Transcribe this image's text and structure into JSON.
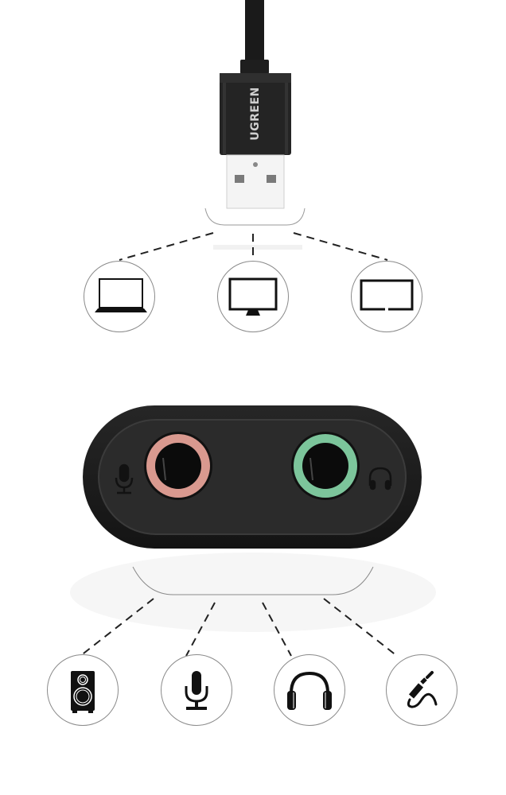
{
  "product": {
    "brand": "UGREEN",
    "type": "USB external sound card adapter"
  },
  "colors": {
    "background": "#ffffff",
    "device_body": "#1c1c1c",
    "device_panel": "#2a2a2a",
    "mic_jack_ring": "#d9998f",
    "headphone_jack_ring": "#7cc59b",
    "icon_fill": "#111111",
    "circle_stroke": "#8a8a8a",
    "dash_line": "#222222"
  },
  "usb_connector": {
    "label": "USB-A plug",
    "targets": [
      {
        "name": "laptop",
        "icon": "laptop-icon"
      },
      {
        "name": "desktop monitor",
        "icon": "monitor-icon"
      },
      {
        "name": "tv screen",
        "icon": "screen-icon"
      }
    ]
  },
  "adapter_ports": [
    {
      "name": "microphone input",
      "icon": "mic-port-icon",
      "ring_color": "#d9998f"
    },
    {
      "name": "headphone output",
      "icon": "headphone-port-icon",
      "ring_color": "#7cc59b"
    }
  ],
  "audio_devices": [
    {
      "name": "speaker",
      "icon": "speaker-icon"
    },
    {
      "name": "microphone",
      "icon": "microphone-icon"
    },
    {
      "name": "headphones",
      "icon": "headphones-icon"
    },
    {
      "name": "3.5mm audio cable",
      "icon": "audio-jack-icon"
    }
  ]
}
